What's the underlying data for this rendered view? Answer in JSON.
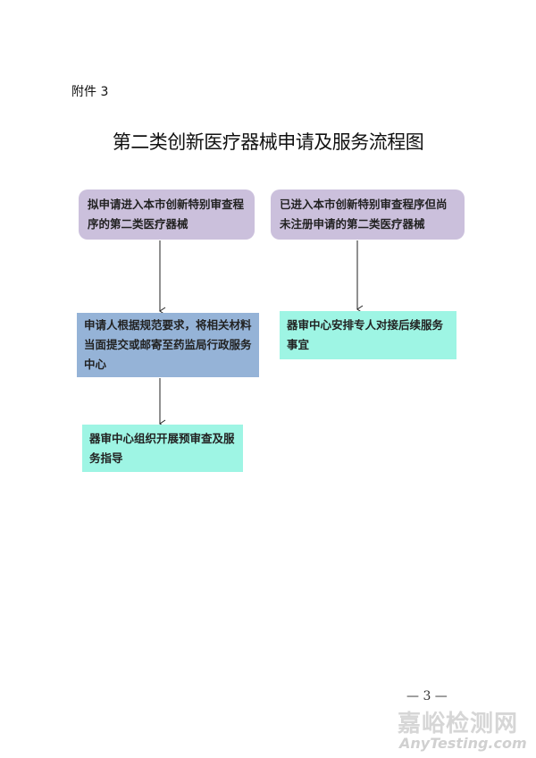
{
  "attachment_label": "附件 3",
  "title": "第二类创新医疗器械申请及服务流程图",
  "flow": {
    "box1": "拟申请进入本市创新特别审查程序的第二类医疗器械",
    "box2": "已进入本市创新特别审查程序但尚未注册申请的第二类医疗器械",
    "box3": "申请人根据规范要求，将相关材料当面提交或邮寄至药监局行政服务中心",
    "box4": "器审中心安排专人对接后续服务事宜",
    "box5": "器审中心组织开展预审查及服务指导"
  },
  "page_number": "— 3 —",
  "watermark": {
    "cn": "嘉峪检测网",
    "en": "AnyTesting.com"
  },
  "colors": {
    "purple": "#cbc0dc",
    "blue": "#95b3d7",
    "mint": "#9ef5e4"
  }
}
